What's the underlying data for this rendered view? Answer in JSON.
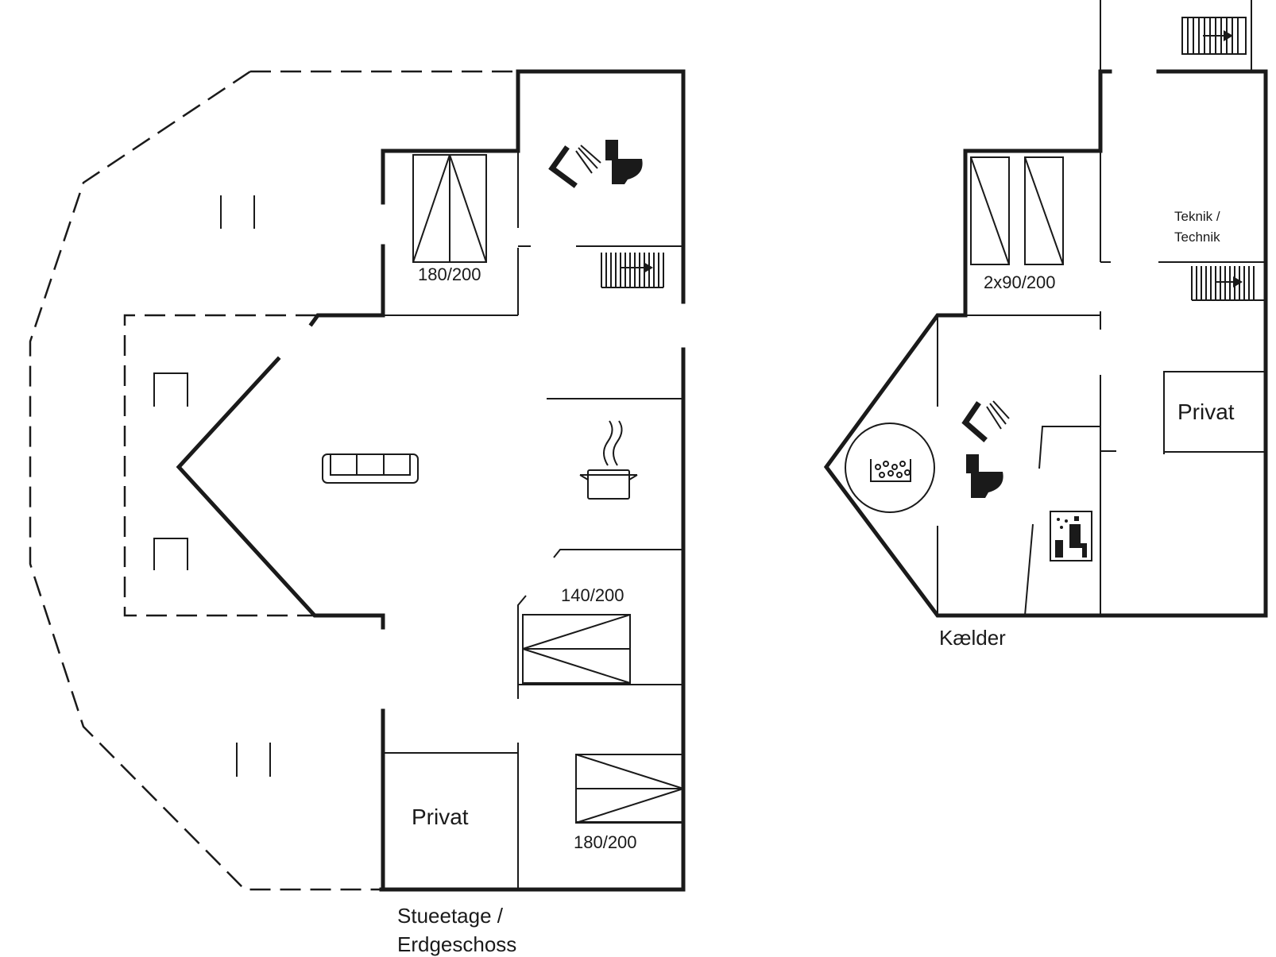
{
  "ground_floor": {
    "label_line1": "Stueetage /",
    "label_line2": "Erdgeschoss",
    "bed_top": "180/200",
    "bed_middle": "140/200",
    "bed_bottom": "180/200",
    "private_room": "Privat",
    "icons": [
      "shower-icon",
      "toilet-icon",
      "stairs-icon",
      "sofa-icon",
      "cooking-pot-icon",
      "window-icon"
    ]
  },
  "basement": {
    "label": "Kælder",
    "bed": "2x90/200",
    "technik_line1": "Teknik /",
    "technik_line2": "Technik",
    "private_room": "Privat",
    "icons": [
      "shower-icon",
      "toilet-icon",
      "stairs-icon",
      "hot-tub-icon",
      "sauna-icon"
    ]
  }
}
